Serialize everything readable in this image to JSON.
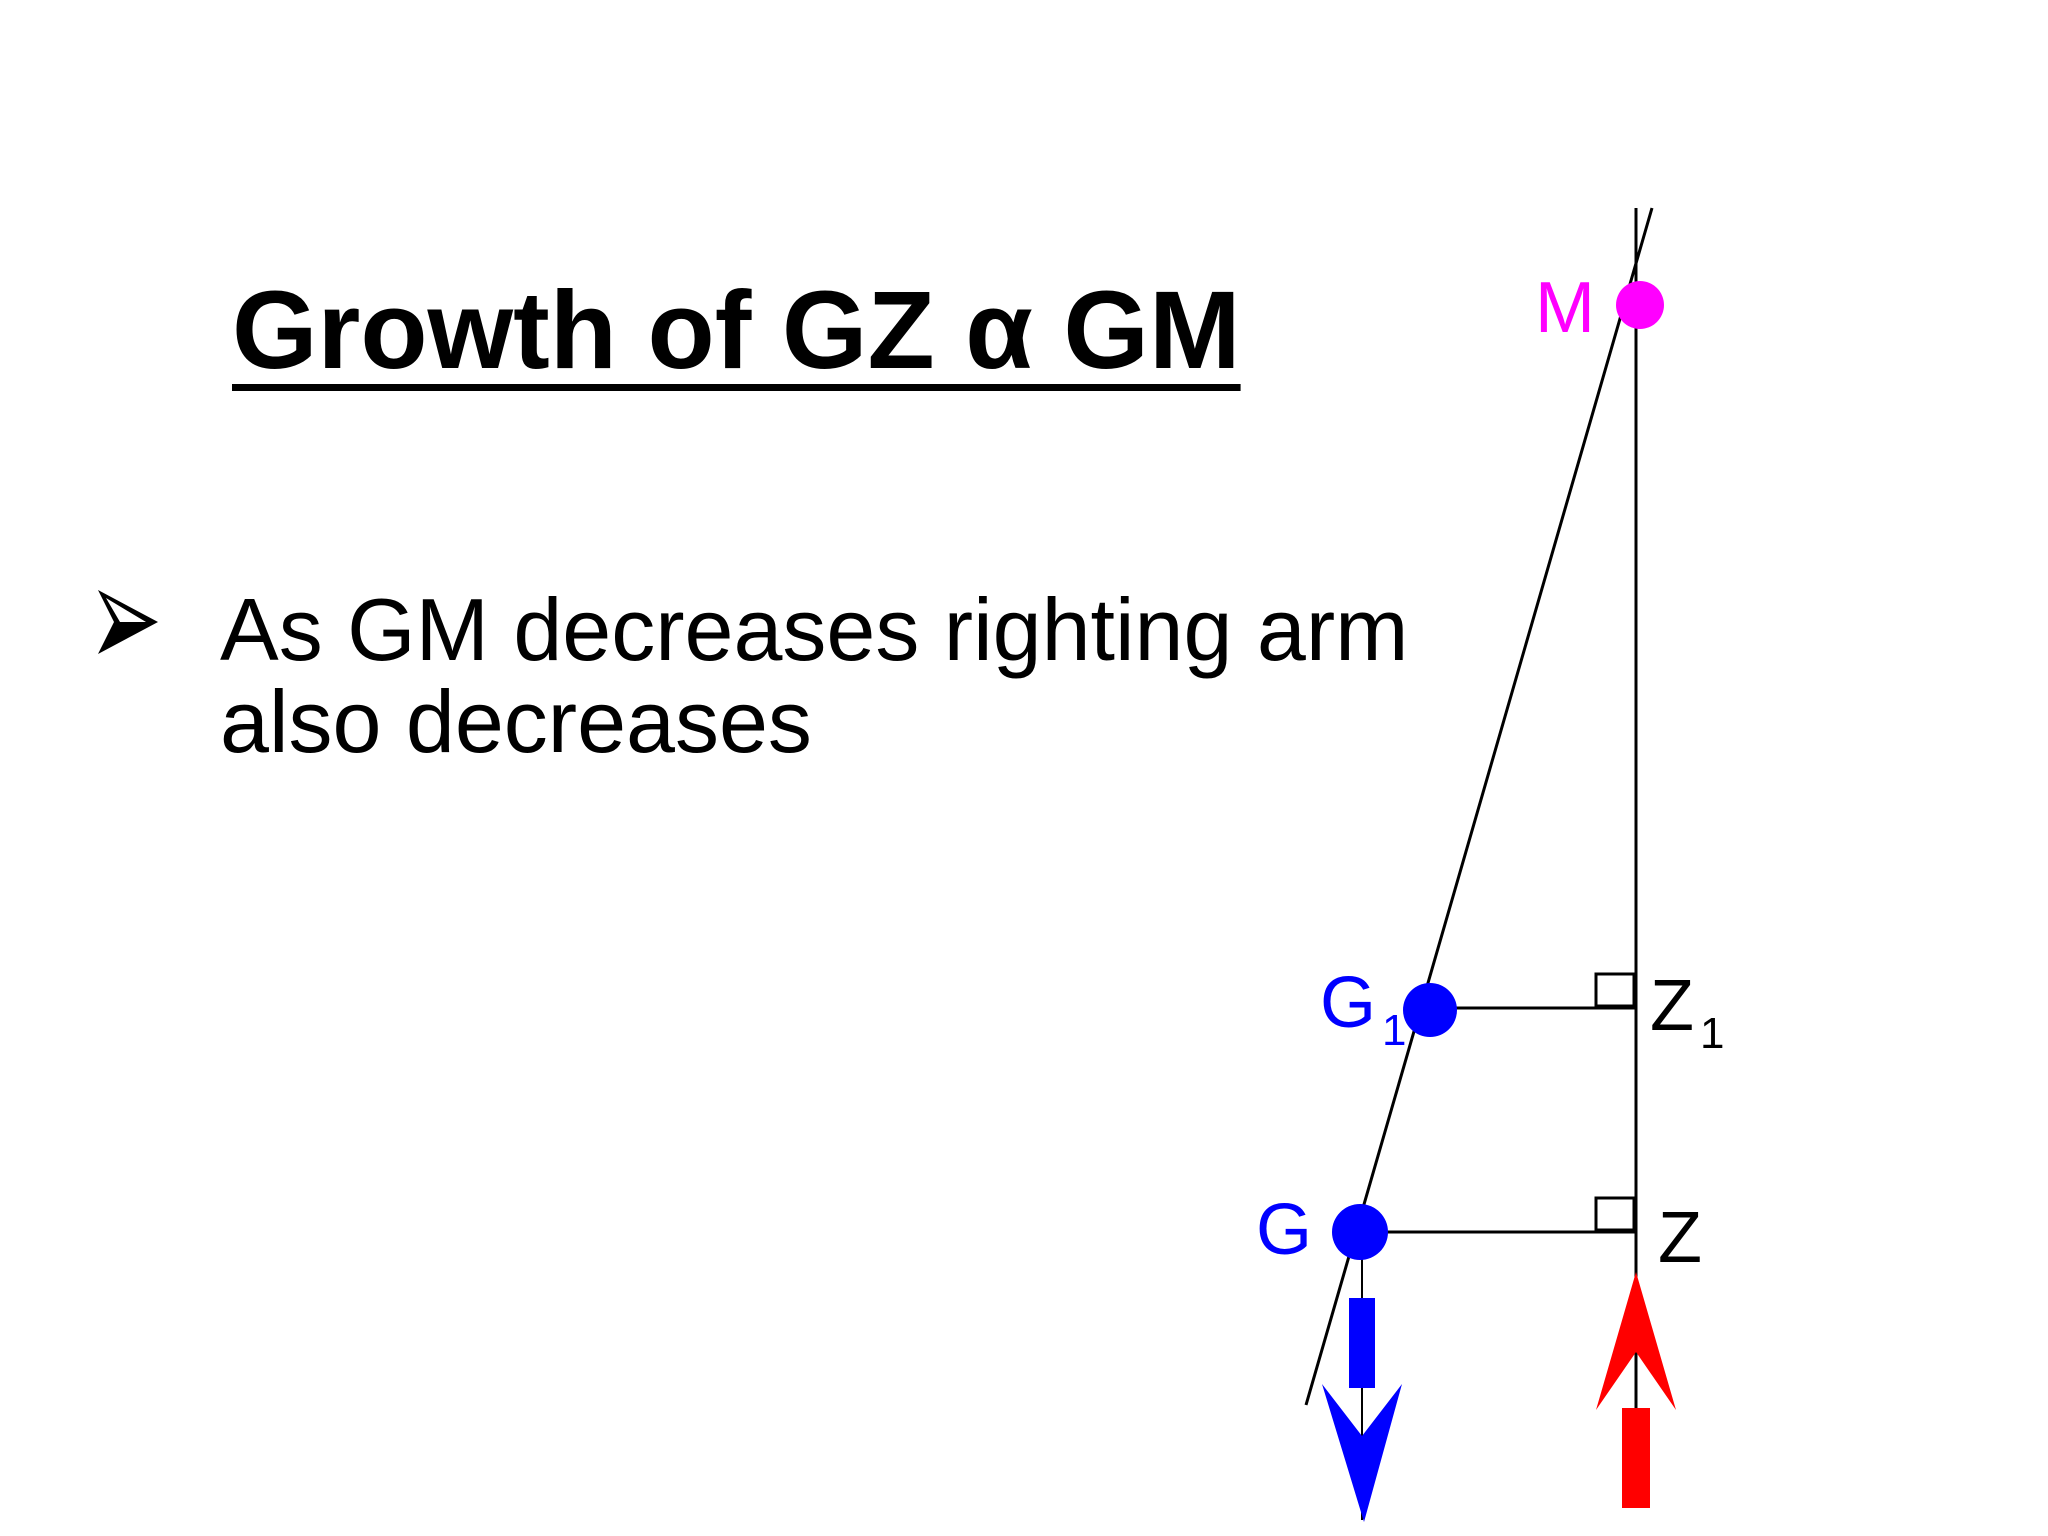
{
  "slide": {
    "title": "Growth of GZ α GM",
    "bullets": [
      {
        "line1": "As GM decreases righting arm",
        "line2": "also decreases"
      }
    ]
  },
  "diagram": {
    "points": {
      "M": {
        "label": "M",
        "color": "#ff00ff"
      },
      "G1": {
        "label": "G",
        "subscript": "1",
        "color": "#0000ff"
      },
      "G": {
        "label": "G",
        "color": "#0000ff"
      },
      "Z1": {
        "label": "Z",
        "subscript": "1",
        "color": "#000000"
      },
      "Z": {
        "label": "Z",
        "color": "#000000"
      }
    },
    "arrows": {
      "gravity": {
        "color": "#0000ff",
        "direction": "down"
      },
      "buoyancy": {
        "color": "#ff0000",
        "direction": "up"
      }
    },
    "line_color": "#000000"
  }
}
